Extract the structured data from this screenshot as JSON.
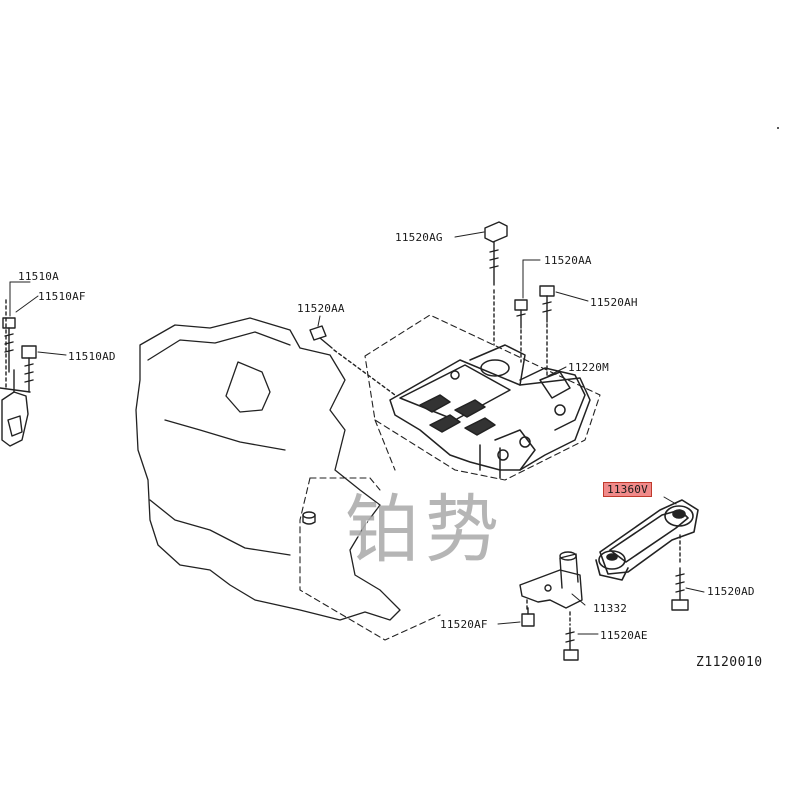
{
  "diagram_code": "Z1120010",
  "highlight_color": "#f08a8a",
  "watermark": "铂势",
  "labels": {
    "p11510A": "11510A",
    "p11510AF": "11510AF",
    "p11510AD": "11510AD",
    "p11520AG": "11520AG",
    "p11520AA_top": "11520AA",
    "p11520AH": "11520AH",
    "p11520AA_left": "11520AA",
    "p11220M": "11220M",
    "p11360V": "11360V",
    "p11520AD": "11520AD",
    "p11332": "11332",
    "p11520AF": "11520AF",
    "p11520AE": "11520AE"
  }
}
